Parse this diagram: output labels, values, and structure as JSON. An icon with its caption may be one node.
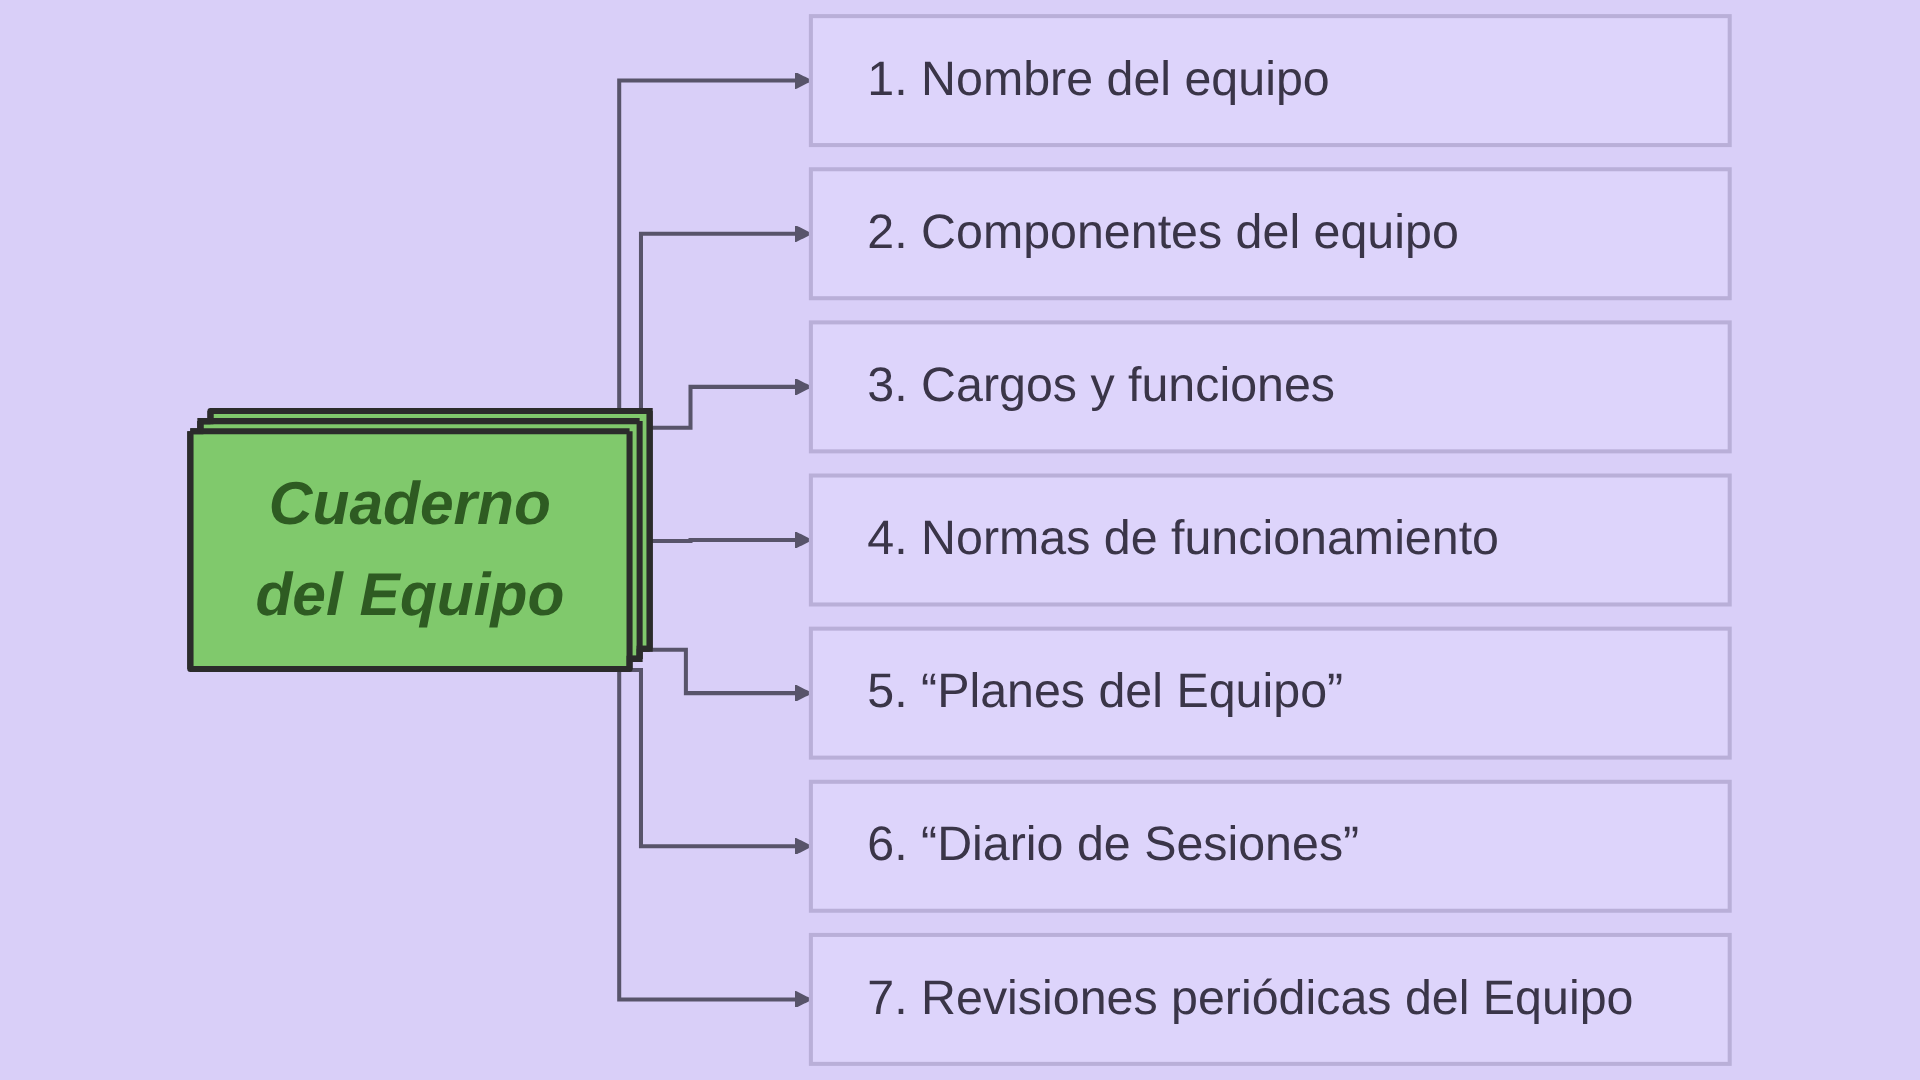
{
  "diagram": {
    "nodes": [
      {
        "text": [
          "Cuaderno del Equipo"
        ]
      },
      {
        "text": [
          "1. Nombre del equipo"
        ]
      },
      {
        "text": [
          "2. Componentes del equipo"
        ]
      },
      {
        "text": [
          "3. Cargos y funciones"
        ]
      },
      {
        "text": [
          "4. Normas de funcionamiento"
        ]
      },
      {
        "text": [
          "5. “Planes del Equipo”"
        ]
      },
      {
        "text": [
          "6. “Diario de Sesiones”"
        ]
      },
      {
        "text": [
          "7. Revisiones periódicas del Equipo"
        ]
      }
    ],
    "edges": [
      {
        "from": 0,
        "to": 1,
        "arrow": "to"
      },
      {
        "from": 0,
        "to": 2,
        "arrow": "to"
      },
      {
        "from": 0,
        "to": 3,
        "arrow": "to"
      },
      {
        "from": 0,
        "to": 4,
        "arrow": "to"
      },
      {
        "from": 0,
        "to": 5,
        "arrow": "to"
      },
      {
        "from": 0,
        "to": 6,
        "arrow": "to"
      },
      {
        "from": 0,
        "to": 7,
        "arrow": "to"
      }
    ]
  }
}
